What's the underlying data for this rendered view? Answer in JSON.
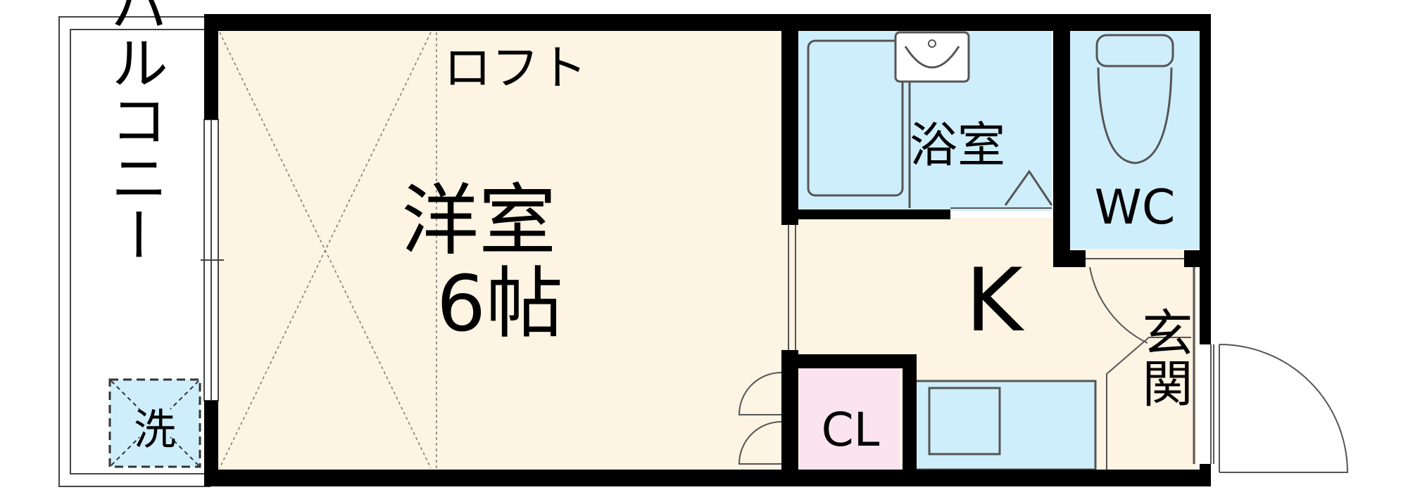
{
  "rooms": {
    "balcony": "バルコニー",
    "laundry": "洗",
    "loft": "ロフト",
    "western_room": "洋室",
    "western_size": "6帖",
    "bath": "浴室",
    "toilet": "WC",
    "kitchen": "K",
    "closet": "CL",
    "entrance": "玄関"
  },
  "colors": {
    "wall": "#000000",
    "room_floor": "#fdf4e3",
    "wet_area": "#cfeefb",
    "closet": "#fbe4ee",
    "outline": "#555555"
  }
}
